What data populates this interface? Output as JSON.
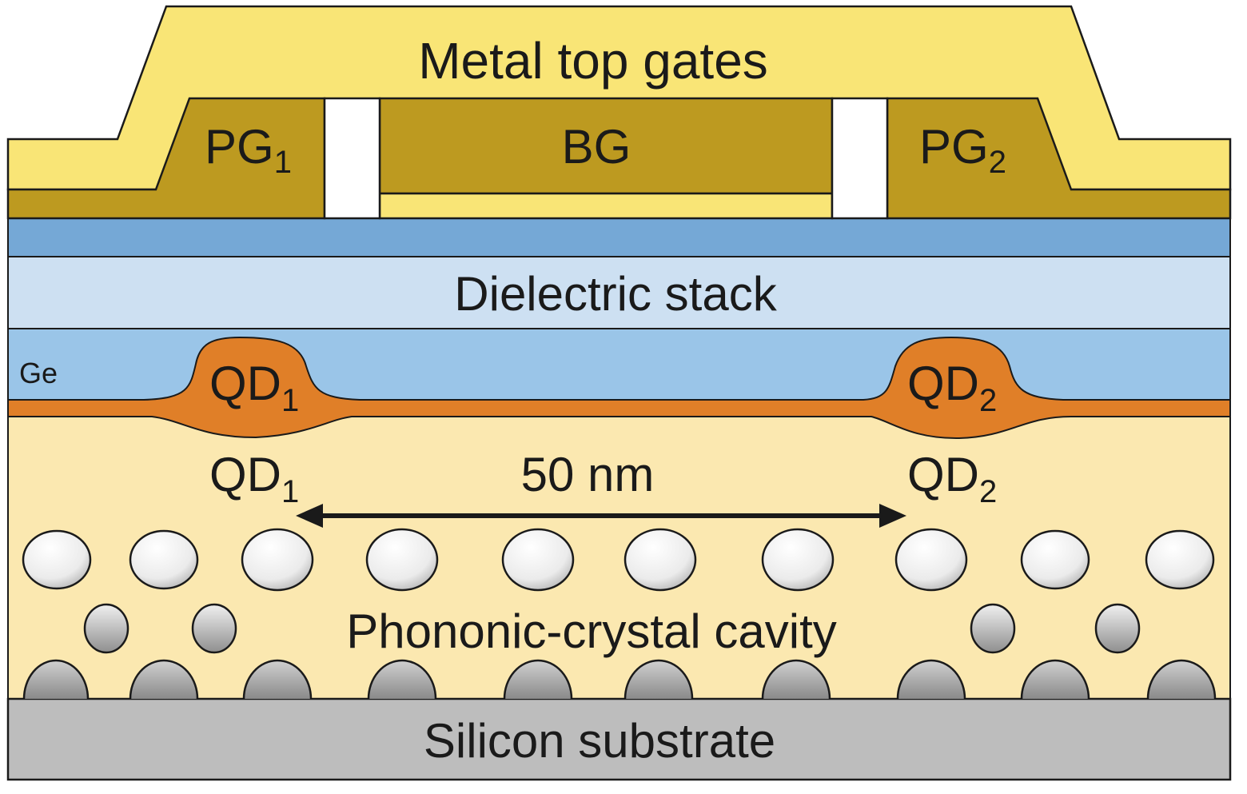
{
  "labels": {
    "metal_top_gates": "Metal top gates",
    "plunger_gate_1": "PG",
    "plunger_gate_1_sub": "1",
    "barrier_gate": "BG",
    "plunger_gate_2": "PG",
    "plunger_gate_2_sub": "2",
    "dielectric_stack": "Dielectric stack",
    "germanium": "Ge",
    "quantum_dot_1": "QD",
    "quantum_dot_1_sub": "1",
    "quantum_dot_2": "QD",
    "quantum_dot_2_sub": "2",
    "separation": "50 nm",
    "phononic_cavity": "Phononic-crystal cavity",
    "silicon_substrate": "Silicon substrate"
  },
  "colors": {
    "metal_top_gates": "#f9e576",
    "gate_electrodes": "#bd9a20",
    "dielectric_dark": "#75a8d6",
    "dielectric_light": "#cde0f2",
    "germanium": "#9ac5e8",
    "quantum_dot": "#e07f28",
    "cavity_background": "#fbe8b0",
    "holes": "#e2e2e2",
    "silicon_substrate": "#bdbdbd",
    "outline": "#1a1a1a"
  }
}
